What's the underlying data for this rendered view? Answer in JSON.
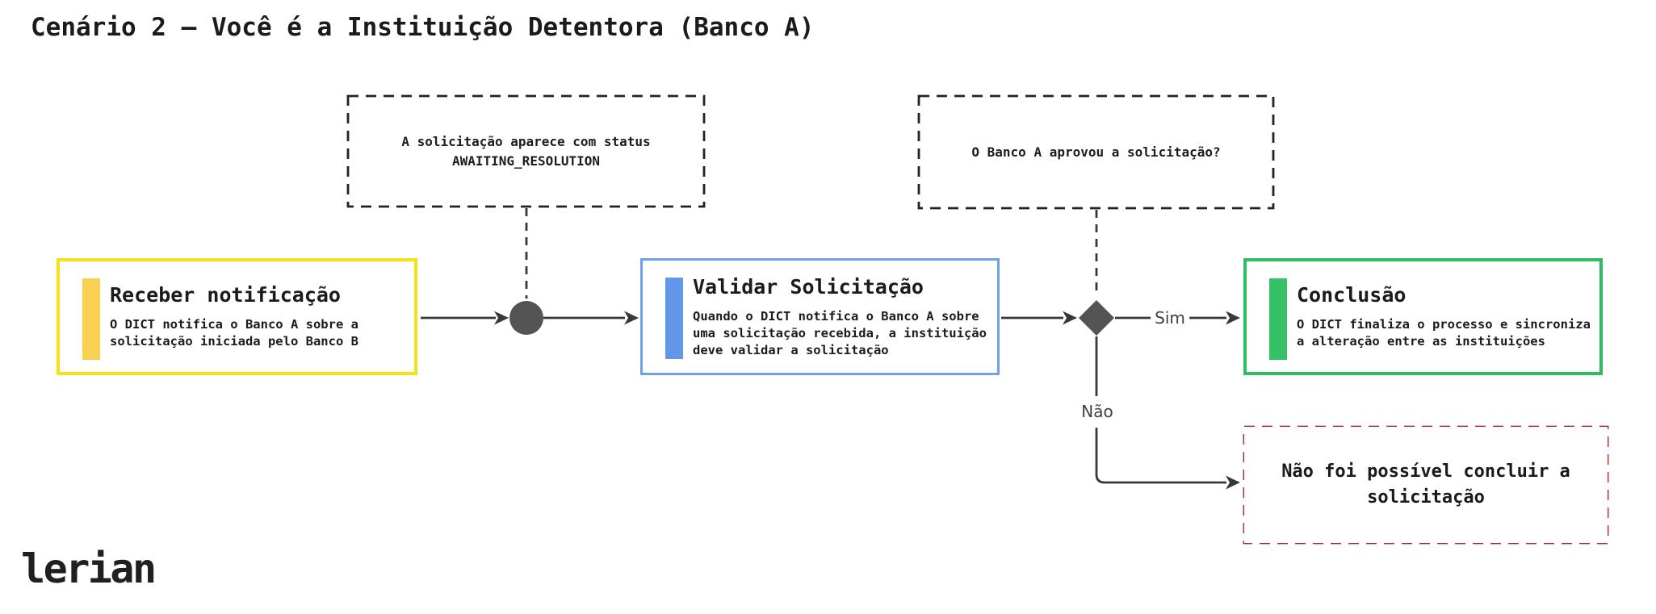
{
  "page": {
    "title": "Cenário 2 – Você é a Instituição Detentora (Banco A)"
  },
  "annotations": {
    "status_note": {
      "line1": "A solicitação aparece com status",
      "line2": "AWAITING_RESOLUTION"
    },
    "question_note": {
      "text": "O Banco A aprovou a solicitação?"
    }
  },
  "nodes": {
    "receive": {
      "title": "Receber notificação",
      "description_lines": [
        "O DICT notifica o Banco A sobre a",
        "solicitação iniciada pelo Banco B"
      ]
    },
    "validate": {
      "title": "Validar Solicitação",
      "description_lines": [
        "Quando o DICT notifica o Banco A sobre",
        "uma solicitação recebida, a instituição",
        "deve validar a solicitação"
      ]
    },
    "conclusion": {
      "title": "Conclusão",
      "description_lines": [
        "O DICT finaliza o processo e sincroniza",
        "a alteração entre as instituições"
      ]
    },
    "failure": {
      "lines": [
        "Não foi possível concluir a",
        "solicitação"
      ]
    }
  },
  "edges": {
    "yes_label": "Sim",
    "no_label": "Não"
  },
  "logo": {
    "text": "lerian"
  },
  "colors": {
    "yellow-border": "#F5E216",
    "yellow-accent": "#F8D153",
    "blue-border": "#70A0E9",
    "blue-accent": "#6296E8",
    "green-border": "#2EBD60",
    "green-accent": "#35C266",
    "red-border": "#AE2A22",
    "node-fill": "#545454",
    "line": "#383838"
  }
}
